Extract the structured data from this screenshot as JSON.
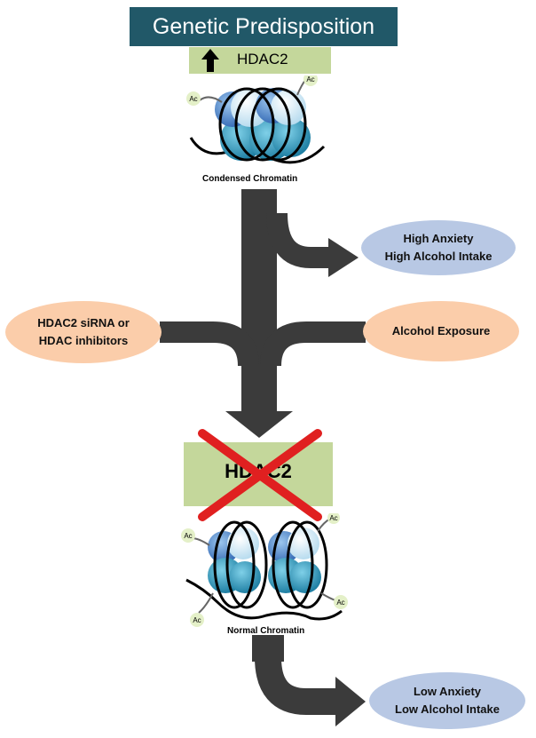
{
  "banner": {
    "title": "Genetic Predisposition"
  },
  "top_marker": {
    "label": "HDAC2",
    "arrow_icon": "up-arrow-icon"
  },
  "condensed": {
    "caption": "Condensed Chromatin",
    "acetyl_tag": "Ac"
  },
  "outcome_high": {
    "line1": "High Anxiety",
    "line2": "High Alcohol Intake"
  },
  "intervention": {
    "line1": "HDAC2 siRNA or",
    "line2": "HDAC inhibitors"
  },
  "exposure": {
    "label": "Alcohol Exposure"
  },
  "blocked": {
    "label": "HDAC2",
    "cross_icon": "red-x-icon"
  },
  "normal": {
    "caption": "Normal Chromatin",
    "acetyl_tag": "Ac"
  },
  "outcome_low": {
    "line1": "Low Anxiety",
    "line2": "Low Alcohol Intake"
  },
  "colors": {
    "banner": "#215868",
    "green_box": "#c4d79b",
    "blue_ellipse": "#b8c8e4",
    "peach_ellipse": "#fbcdaa",
    "arrow": "#3b3b3b",
    "cross": "#e02020"
  }
}
